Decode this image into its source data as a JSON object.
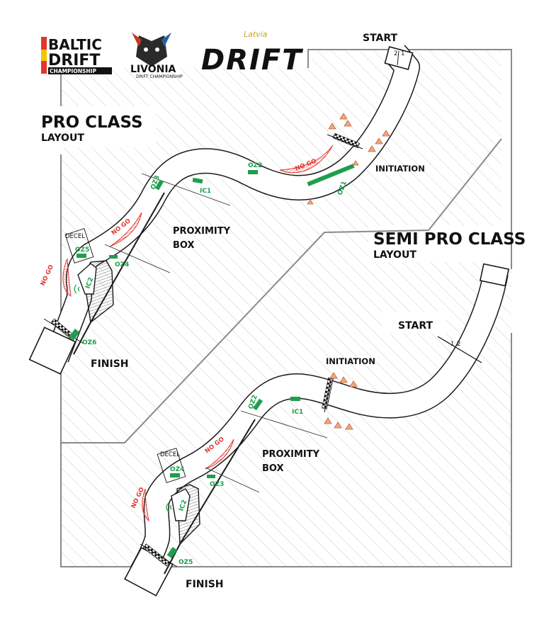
{
  "logos": {
    "baltic_line1": "BALTIC",
    "baltic_line2": "DRIFT",
    "baltic_line3": "CHAMPIONSHIP",
    "livonia_line1": "LIVONIA",
    "livonia_line2": "DRIFT CHAMPIONSHIP",
    "latvia_small": "Latvia",
    "latvia_big": "DRIFT"
  },
  "pro": {
    "title": "PRO CLASS",
    "subtitle": "LAYOUT",
    "start": "START",
    "finish": "FINISH",
    "initiation": "INITIATION",
    "proximity_line1": "PROXIMITY",
    "proximity_line2": "BOX",
    "decel": "DECEL",
    "nogo": "NO GO",
    "lanes": [
      "2",
      "1"
    ],
    "zones": {
      "oz1": "OZ1",
      "oz2": "OZ2",
      "oz3": "OZ3",
      "oz4": "OZ4",
      "oz5": "OZ5",
      "oz6": "OZ6",
      "ic1": "IC1",
      "ic2": "IC2"
    }
  },
  "semi": {
    "title": "SEMI PRO CLASS",
    "subtitle": "LAYOUT",
    "start": "START",
    "finish": "FINISH",
    "initiation": "INITIATION",
    "proximity_line1": "PROXIMITY",
    "proximity_line2": "BOX",
    "decel": "DECEL",
    "nogo": "NO GO",
    "lanes": [
      "1",
      "2"
    ],
    "zones": {
      "oz2": "OZ2",
      "oz3": "OZ3",
      "oz4": "OZ4",
      "oz5": "OZ5",
      "ic1": "IC1",
      "ic2": "IC2"
    }
  },
  "colors": {
    "zone_green": "#1f9e4d",
    "nogo_red": "#e2352d",
    "cone_orange": "#f2a77c",
    "hatch_gray": "#c8c8c8",
    "border_gray": "#8a8a8a"
  }
}
